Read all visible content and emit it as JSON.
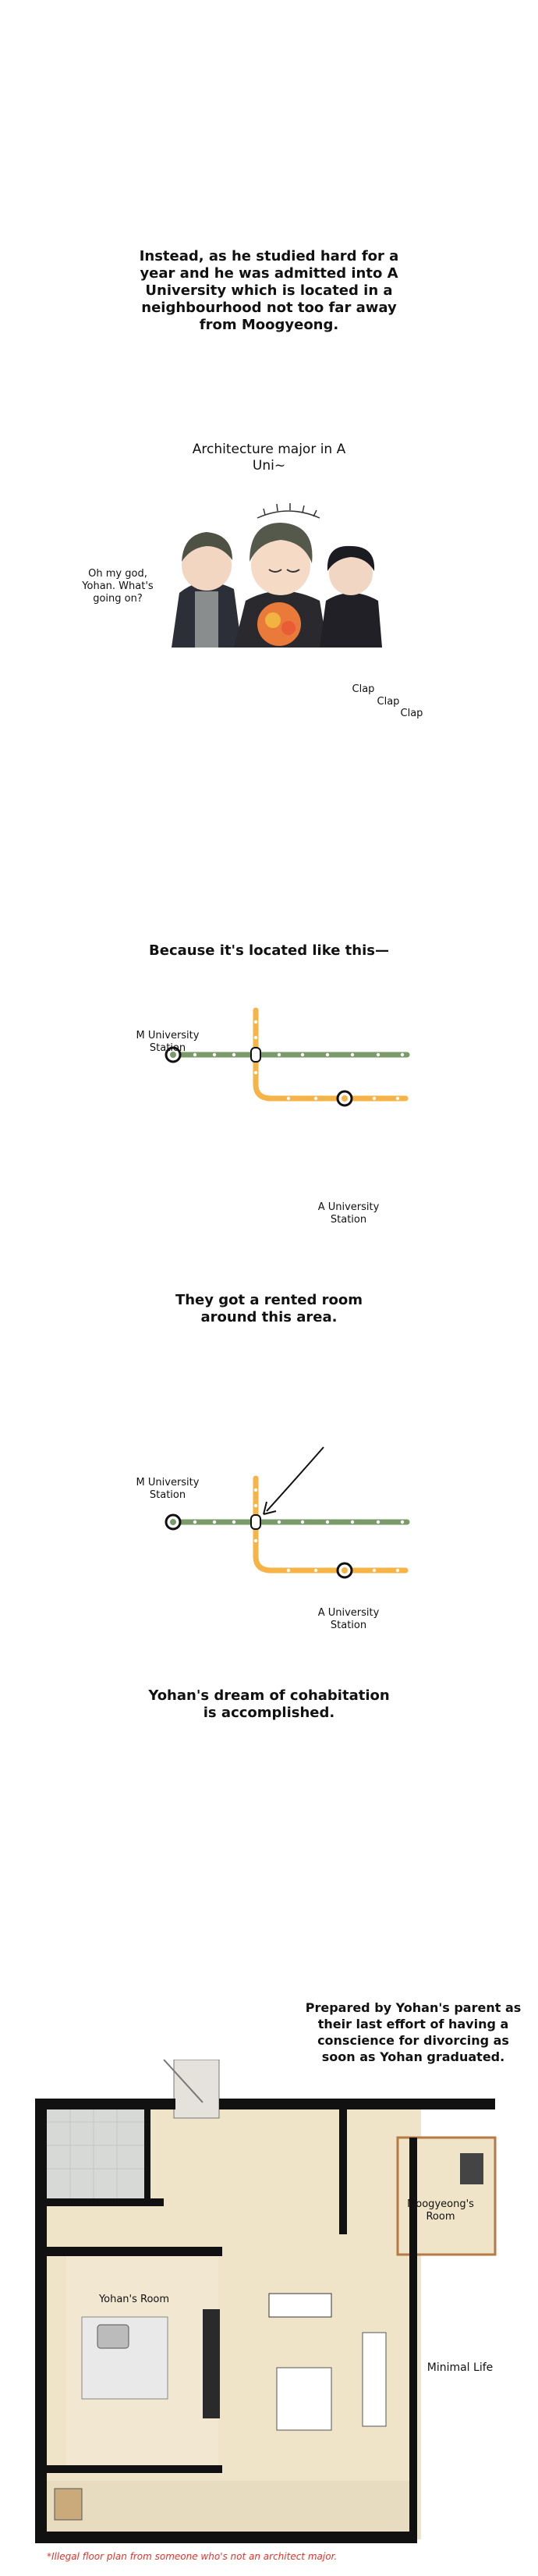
{
  "captions": {
    "intro": "Instead, as he studied hard for a year and he was admitted into A University which is located in a neighbourhood not too far away from Moogyeong.",
    "because": "Because it's located like this—",
    "rented": "They got a rented room around this area.",
    "dream": "Yohan's dream of cohabitation is accomplished.",
    "prepared": "Prepared by Yohan's parent as their last effort of having a conscience for divorcing as soon as Yohan graduated."
  },
  "panel1": {
    "title": "Architecture major in A Uni~",
    "speech": "Oh my god, Yohan. What's going on?",
    "sfx": [
      "Clap",
      "Clap",
      "Clap"
    ]
  },
  "map1": {
    "station_m": "M University Station",
    "station_a": "A University Station"
  },
  "map2": {
    "station_m": "M University Station",
    "station_a": "A University Station"
  },
  "floorplan": {
    "room_moogyeong": "Moogyeong's Room",
    "room_yohan": "Yohan's Room",
    "minimal_life": "Minimal Life",
    "footnote": "*Illegal floor plan from someone who's not an architect major."
  },
  "colors": {
    "green_line": "#7a9a6a",
    "orange_line": "#f5b445",
    "floor": "#efe3c8",
    "wall": "#111111",
    "footnote_red": "#e0342c"
  }
}
